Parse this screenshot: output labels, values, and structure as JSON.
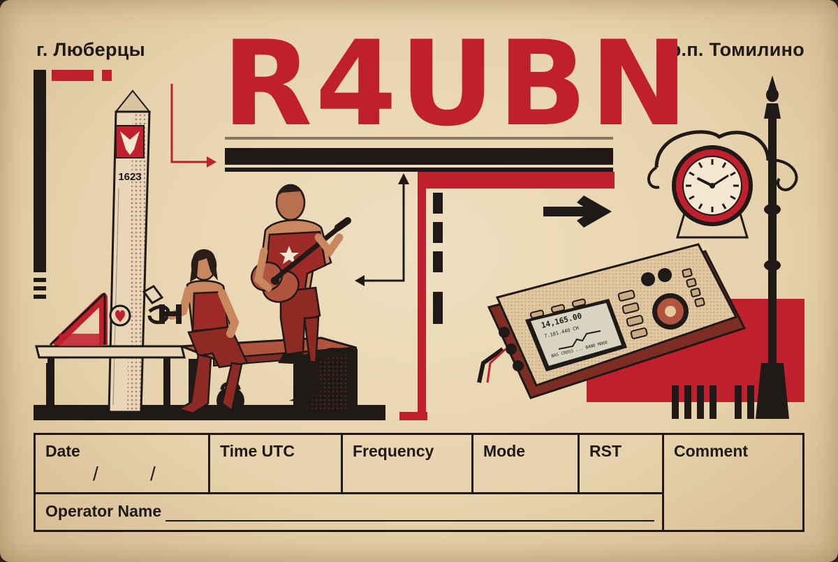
{
  "card": {
    "city_left": "г. Люберцы",
    "city_right": "р.п. Томилино",
    "callsign": "R4UBN"
  },
  "illustration": {
    "obelisk_year": "1623",
    "radio_display_frequency": "14,165.00",
    "radio_display_sub": "7.101.440 CH",
    "radio_display_footer": "BAS CROSS ... BAND MODE",
    "accent_color": "#c01f2e",
    "ink_color": "#1f1a17",
    "paper_color": "#e9d7b3"
  },
  "log_table": {
    "columns": [
      "Date",
      "Time UTC",
      "Frequency",
      "Mode",
      "RST",
      "Comment"
    ],
    "date_separator": "/",
    "operator_label": "Operator Name"
  }
}
